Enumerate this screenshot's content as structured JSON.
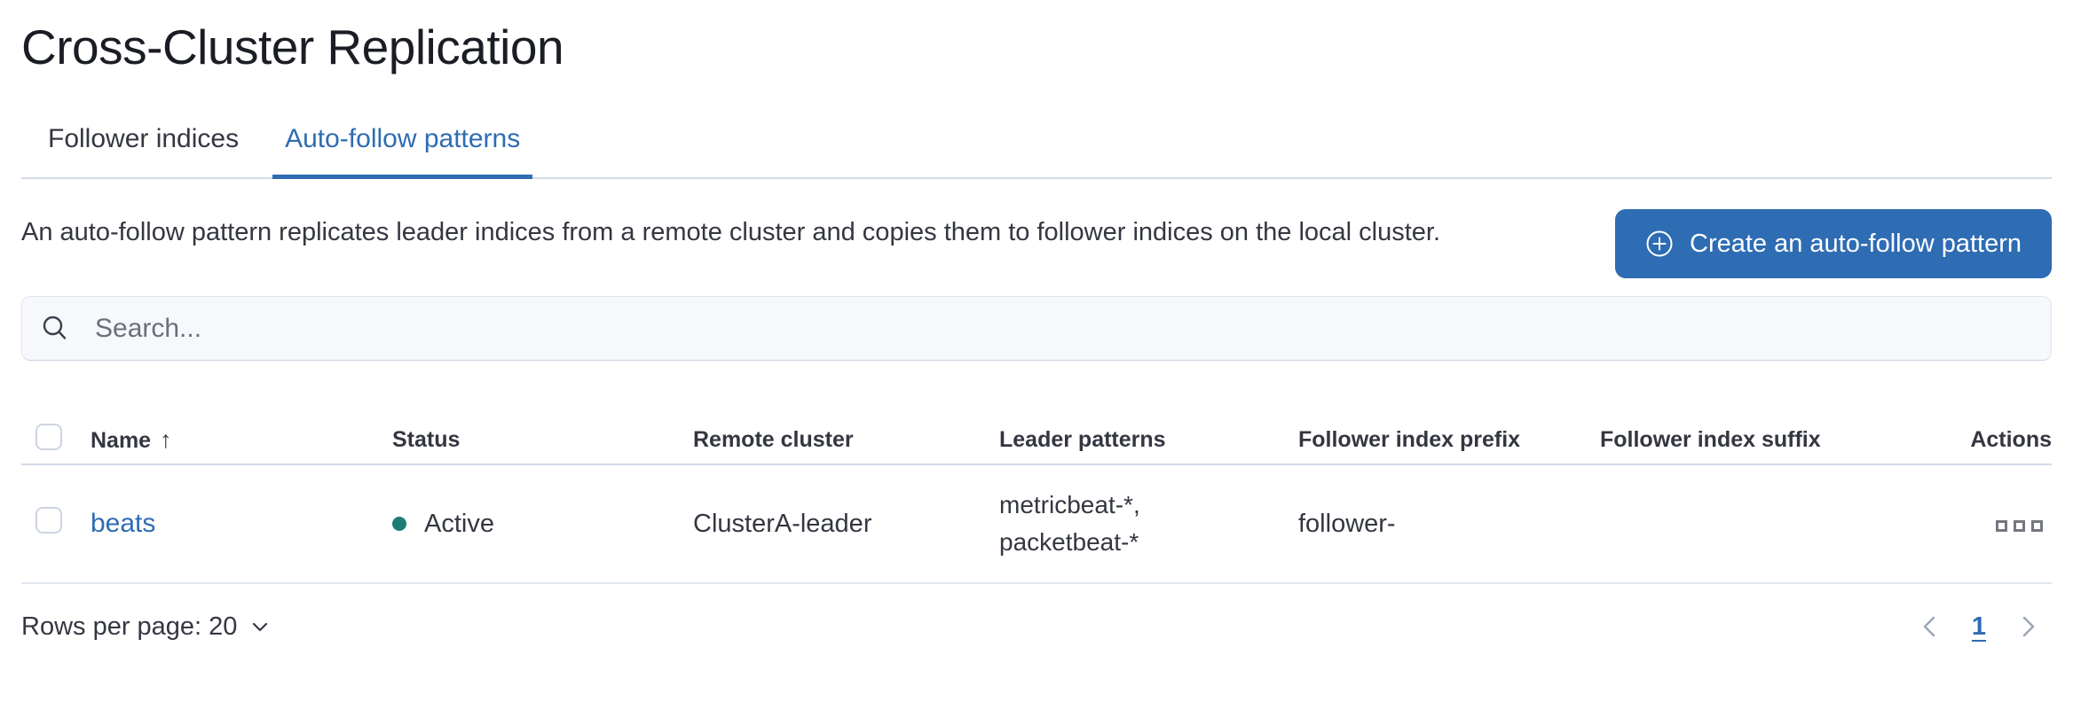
{
  "page": {
    "title": "Cross-Cluster Replication"
  },
  "tabs": [
    {
      "label": "Follower indices",
      "active": false
    },
    {
      "label": "Auto-follow patterns",
      "active": true
    }
  ],
  "description": "An auto-follow pattern replicates leader indices from a remote cluster and copies them to follower indices on the local cluster.",
  "create_button": {
    "label": "Create an auto-follow pattern",
    "icon": "plus-in-circle-icon"
  },
  "search": {
    "placeholder": "Search...",
    "icon": "search-icon",
    "value": ""
  },
  "table": {
    "columns": {
      "name": "Name",
      "status": "Status",
      "remote_cluster": "Remote cluster",
      "leader_patterns": "Leader patterns",
      "follower_index_prefix": "Follower index prefix",
      "follower_index_suffix": "Follower index suffix",
      "actions": "Actions"
    },
    "sort": {
      "column": "Name",
      "direction": "ascending",
      "arrow": "↑"
    },
    "rows": [
      {
        "name": "beats",
        "status": "Active",
        "remote_cluster": "ClusterA-leader",
        "leader_patterns": "metricbeat-*, packetbeat-*",
        "follower_index_prefix": "follower-",
        "follower_index_suffix": "",
        "actions_icon": "boxes-horizontal-icon"
      }
    ]
  },
  "footer": {
    "rows_per_page_label": "Rows per page: 20",
    "pagination": {
      "current_page": "1"
    }
  },
  "colors": {
    "primary_blue": "#2e6cb3",
    "success_teal": "#1d7d72",
    "text_dark": "#343741",
    "title_dark": "#1a1d24",
    "muted_gray": "#69707d",
    "border_gray": "#d3dae6",
    "search_bg": "#f6f8fc"
  }
}
